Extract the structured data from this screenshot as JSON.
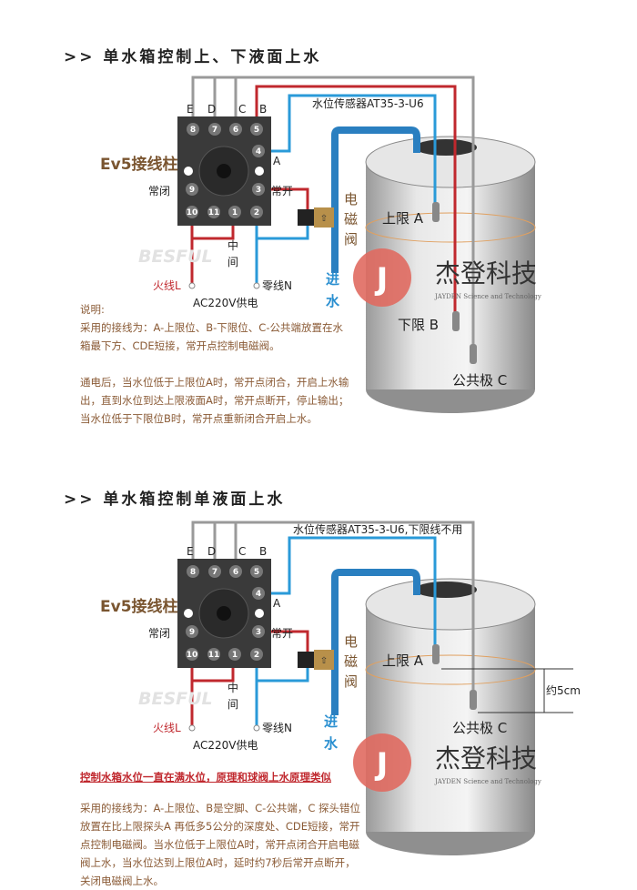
{
  "section1": {
    "title": ">> 单水箱控制上、下液面上水",
    "terminal_block_label": "Ev5接线柱",
    "pin_labels": {
      "E": "E",
      "D": "D",
      "C": "C",
      "B": "B",
      "A": "A"
    },
    "terminals_top": [
      "8",
      "7",
      "6",
      "5"
    ],
    "terminal_side": "4",
    "terminals_mid": [
      "9",
      "3"
    ],
    "terminals_bottom": [
      "10",
      "11",
      "1",
      "2"
    ],
    "normally_closed": "常闭",
    "normally_open": "常开",
    "sensor_label": "水位传感器AT35-3-U6",
    "valve_label": [
      "电",
      "磁",
      "阀"
    ],
    "inlet_label": [
      "进",
      "水"
    ],
    "middle_label": [
      "中",
      "间"
    ],
    "live_label": "火线L",
    "neutral_label": "零线N",
    "power_label": "AC220V供电",
    "watermark": "BESFUL",
    "probe_upper": "上限 A",
    "probe_lower": "下限 B",
    "probe_common": "公共极 C",
    "logo_cn": "杰登科技",
    "logo_en": "JAYDEN Science and Technology",
    "notes": [
      "说明:",
      "采用的接线为：A-上限位、B-下限位、C-公共端放置在水箱最下方、CDE短接，常开点控制电磁阀。",
      "",
      "通电后，当水位低于上限位A时，常开点闭合，开启上水输出，直到水位到达上限液面A时，常开点断开，停止输出；当水位低于下限位B时，常开点重新闭合开启上水。"
    ]
  },
  "section2": {
    "title": ">> 单水箱控制单液面上水",
    "sensor_label": "水位传感器AT35-3-U6,下限线不用",
    "probe_upper": "上限 A",
    "probe_common": "公共极 C",
    "distance_label": "约5cm",
    "headline": "控制水箱水位一直在满水位，原理和球阀上水原理类似",
    "notes": [
      "采用的接线为：A-上限位、B是空脚、C-公共端，C 探头错位放置在比上限探头A 再低多5公分的深度处、CDE短接，常开点控制电磁阀。当水位低于上限位A时，常开点闭合开启电磁阀上水，当水位达到上限位A时，延时约7秒后常开点断开，关闭电磁阀上水。"
    ]
  },
  "colors": {
    "red": "#c0282e",
    "blue": "#2a9ad8",
    "gray": "#9a9a9a",
    "brown": "#7a5530"
  }
}
